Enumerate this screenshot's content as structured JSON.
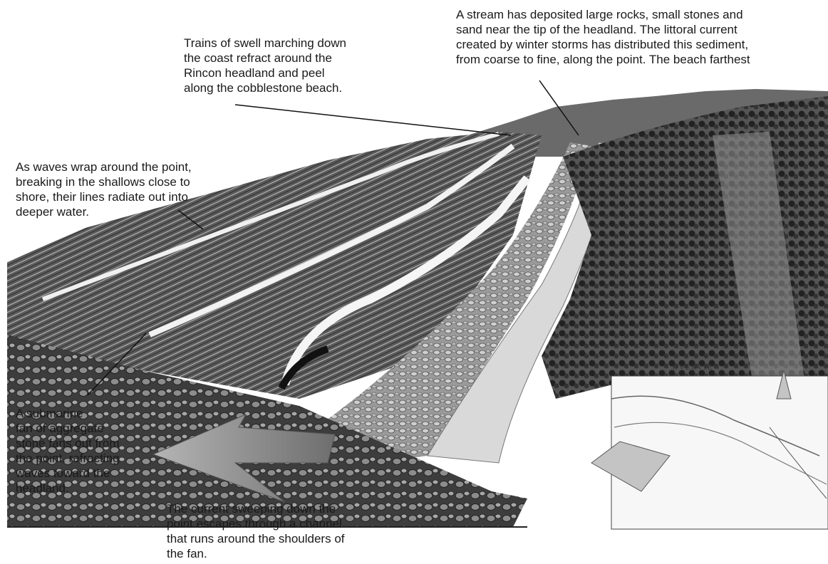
{
  "captions": {
    "swell": "Trains of swell marching down\nthe coast refract around the\nRincon headland and peel\nalong the cobblestone beach.",
    "stream": "A stream has deposited large rocks, small stones and\nsand near the tip of the headland. The littoral current\ncreated by winter storms has distributed this sediment,\nfrom coarse to fine, along the point. The beach farthest\ninside is sand.",
    "wrap": "As waves wrap around the point,\nbreaking in the shallows close to\nshore, their lines radiate out into\ndeeper water.",
    "fan": "A submarine\nfan of aggregate\nstone fans out from\nthe point, refracting\nwaves toward the\nheadland.",
    "current": "The current sweeping down the\npoint escapes through a channel\nthat runs around the shoulders of\nthe fan."
  },
  "overview": {
    "label": "OVERVIEW"
  },
  "colors": {
    "ink": "#1a1a1a",
    "water_dark": "#4a4a4a",
    "foam": "#f2f2f2",
    "land": "#3a3a3a",
    "arrow": "#8a8a8a"
  }
}
